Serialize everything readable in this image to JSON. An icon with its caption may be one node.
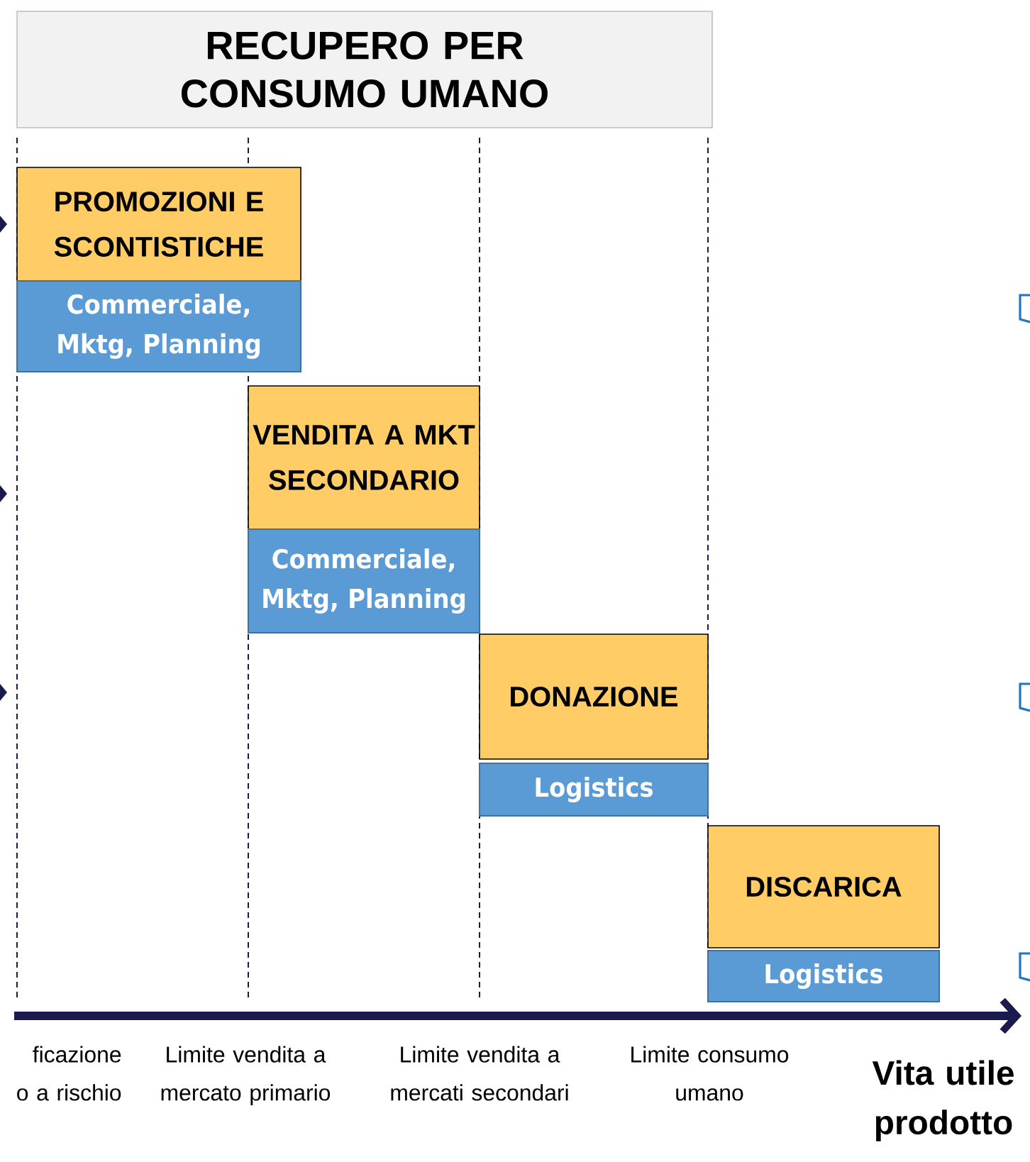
{
  "diagram": {
    "nodes": [
      {
        "text": [
          "RECUPERO PER CONSUMO UMANO"
        ]
      },
      {
        "text": [
          "PROMOZIONI E SCONTISTICHE"
        ]
      },
      {
        "text": [
          "Commerciale, Mktg, Planning"
        ]
      },
      {
        "text": [
          "VENDITA A MKT SECONDARIO"
        ]
      },
      {
        "text": [
          "Commerciale, Mktg, Planning"
        ]
      },
      {
        "text": [
          "DONAZIONE"
        ]
      },
      {
        "text": [
          "Logistics"
        ]
      },
      {
        "text": [
          "DISCARICA"
        ]
      },
      {
        "text": [
          "Logistics"
        ]
      }
    ],
    "edges": [],
    "labels": [
      "ficazione o a rischio",
      "Limite vendita a mercato primario",
      "Limite vendita a mercati secondari",
      "Limite consumo umano",
      "Vita utile prodotto"
    ]
  }
}
